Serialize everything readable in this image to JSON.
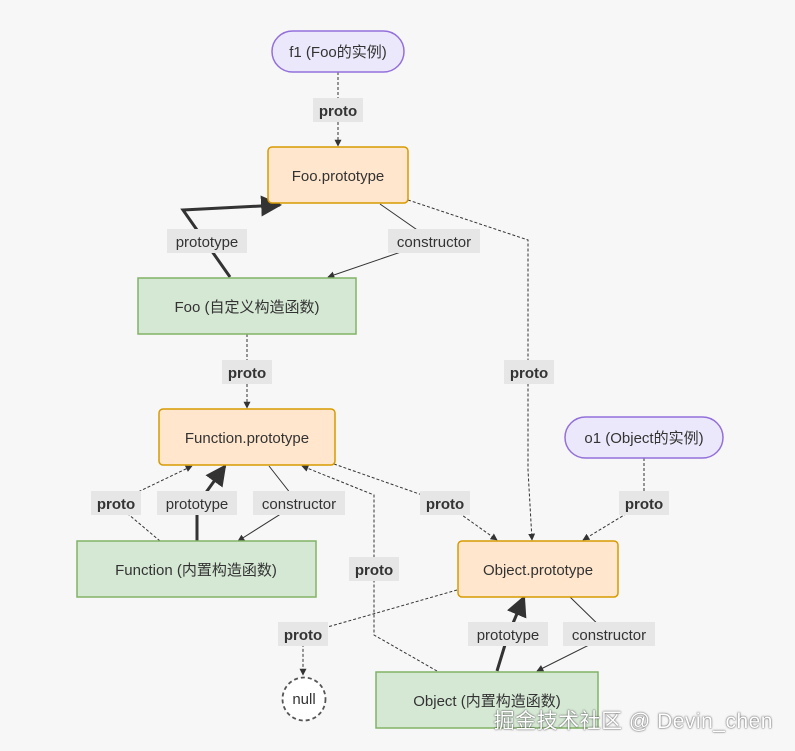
{
  "nodes": {
    "f1": "f1 (Foo的实例)",
    "foo_prototype": "Foo.prototype",
    "foo": "Foo (自定义构造函数)",
    "function_prototype": "Function.prototype",
    "o1": "o1 (Object的实例)",
    "function": "Function (内置构造函数)",
    "object_prototype": "Object.prototype",
    "null": "null",
    "object": "Object (内置构造函数)"
  },
  "edge_labels": {
    "proto": "proto",
    "prototype": "prototype",
    "constructor": "constructor"
  },
  "colors": {
    "purple_fill": "#ece8fb",
    "purple_stroke": "#9370db",
    "orange_fill": "#ffe6cc",
    "orange_stroke": "#d79b00",
    "green_fill": "#d5e8d4",
    "green_stroke": "#82b366",
    "edge": "#333333"
  },
  "watermark": "掘金技术社区 @ Devin_chen"
}
